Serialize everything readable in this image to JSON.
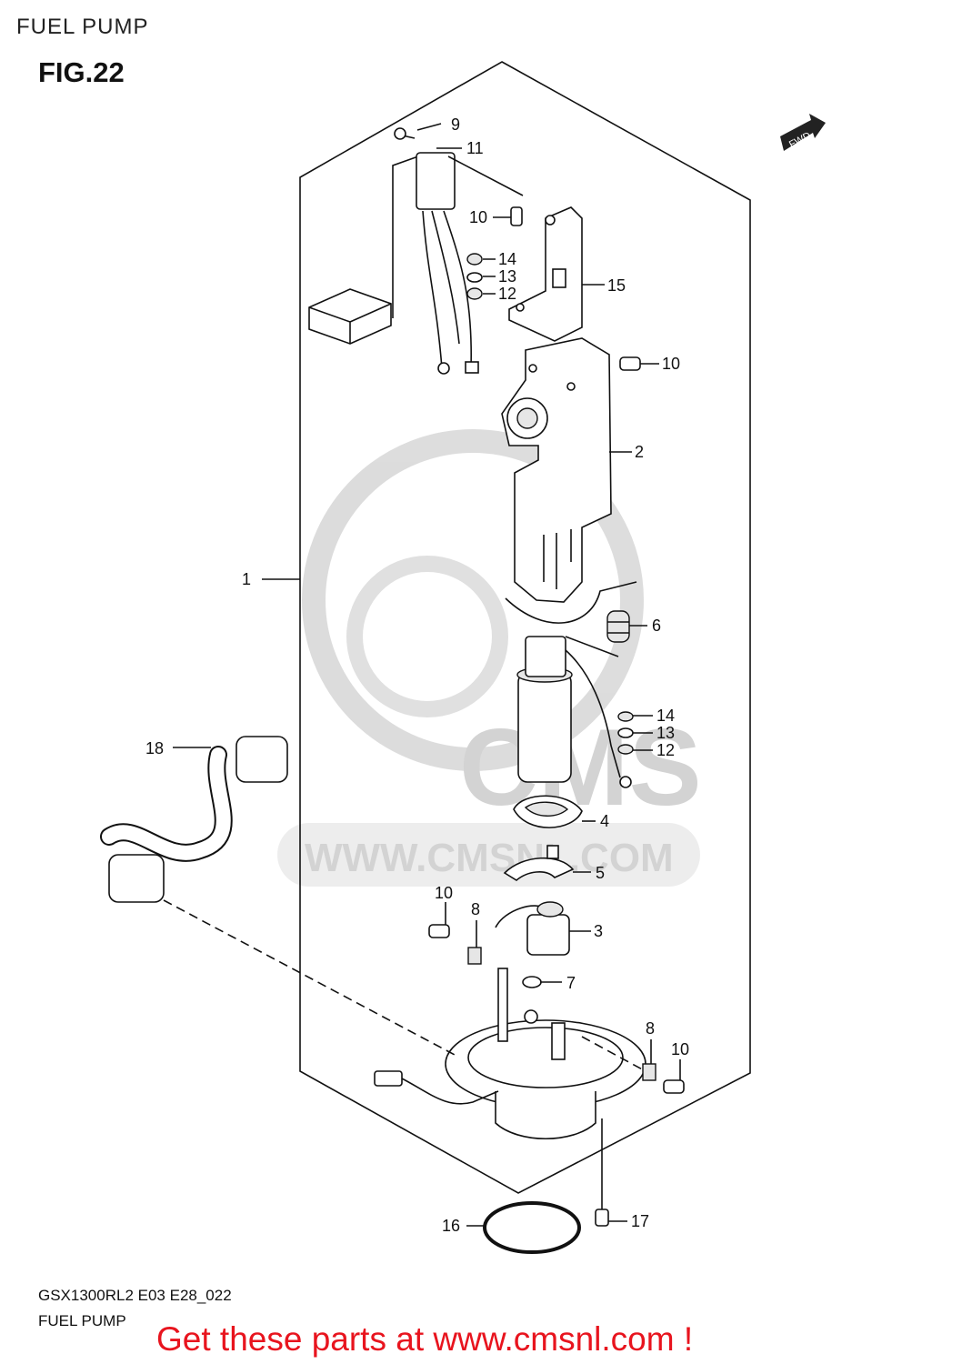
{
  "header": {
    "title": "FUEL PUMP",
    "figure": "FIG.22"
  },
  "watermark": {
    "brand": "CMS",
    "url": "WWW.CMSNL.COM",
    "color": "#cfcfcf"
  },
  "fwd_badge": "FWD",
  "callouts": [
    {
      "id": "c1",
      "label": "1"
    },
    {
      "id": "c2",
      "label": "2"
    },
    {
      "id": "c3",
      "label": "3"
    },
    {
      "id": "c4",
      "label": "4"
    },
    {
      "id": "c5",
      "label": "5"
    },
    {
      "id": "c6",
      "label": "6"
    },
    {
      "id": "c7",
      "label": "7"
    },
    {
      "id": "c8a",
      "label": "8"
    },
    {
      "id": "c8b",
      "label": "8"
    },
    {
      "id": "c9",
      "label": "9"
    },
    {
      "id": "c10a",
      "label": "10"
    },
    {
      "id": "c10b",
      "label": "10"
    },
    {
      "id": "c10c",
      "label": "10"
    },
    {
      "id": "c10d",
      "label": "10"
    },
    {
      "id": "c11",
      "label": "11"
    },
    {
      "id": "c12a",
      "label": "12"
    },
    {
      "id": "c12b",
      "label": "12"
    },
    {
      "id": "c13a",
      "label": "13"
    },
    {
      "id": "c13b",
      "label": "13"
    },
    {
      "id": "c14a",
      "label": "14"
    },
    {
      "id": "c14b",
      "label": "14"
    },
    {
      "id": "c15",
      "label": "15"
    },
    {
      "id": "c16",
      "label": "16"
    },
    {
      "id": "c17",
      "label": "17"
    },
    {
      "id": "c18",
      "label": "18"
    }
  ],
  "footer": {
    "model_code": "GSX1300RL2 E03 E28_022",
    "title": "FUEL PUMP",
    "cta": "Get these parts at www.cmsnl.com !",
    "cta_color": "#e8141e"
  }
}
